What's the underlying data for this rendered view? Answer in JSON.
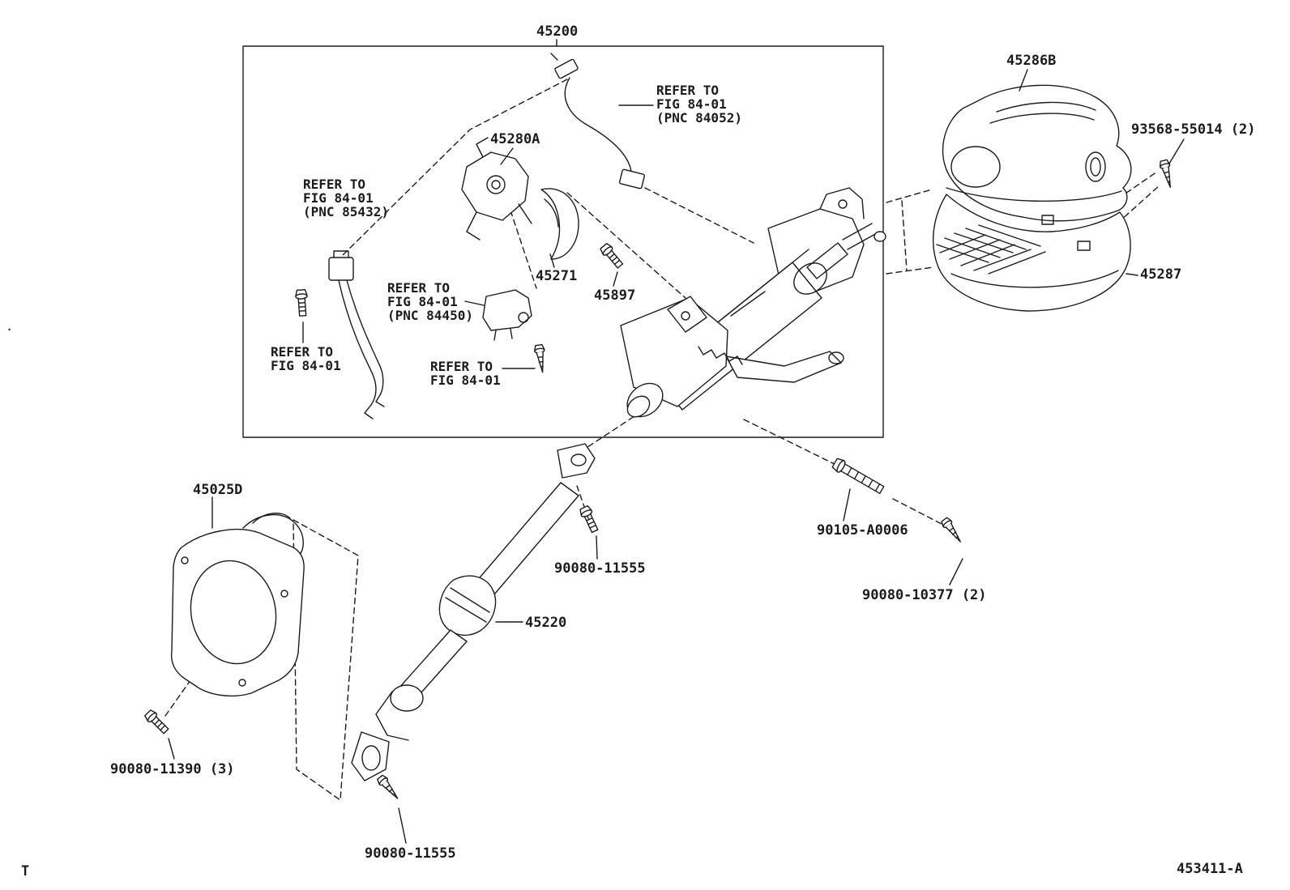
{
  "sheet": {
    "corner_mark": "T",
    "figure_code": "453411-A",
    "stray_mark": "·"
  },
  "colors": {
    "ink": "#1c1c1c",
    "background": "#ffffff"
  },
  "part_labels": {
    "assembly_45200": "45200",
    "upper_cover_45286B": "45286B",
    "screw_93568": "93568-55014 (2)",
    "lower_cover_45287": "45287",
    "bracket_45280A": "45280A",
    "clamp_45271": "45271",
    "bolt_45897": "45897",
    "dust_cover_45025D": "45025D",
    "bolt_90080_11555_upper": "90080-11555",
    "shaft_45220": "45220",
    "bolt_90105_A0006": "90105-A0006",
    "screw_90080_10377": "90080-10377 (2)",
    "bolt_90080_11390": "90080-11390 (3)",
    "bolt_90080_11555_lower": "90080-11555"
  },
  "reference_notes": {
    "pnc_84052": "REFER TO\nFIG 84-01\n(PNC 84052)",
    "pnc_85432": "REFER TO\nFIG 84-01\n(PNC 85432)",
    "pnc_84450": "REFER TO\nFIG 84-01\n(PNC 84450)",
    "plain_left": "REFER TO\nFIG 84-01",
    "plain_center": "REFER TO\nFIG 84-01"
  }
}
